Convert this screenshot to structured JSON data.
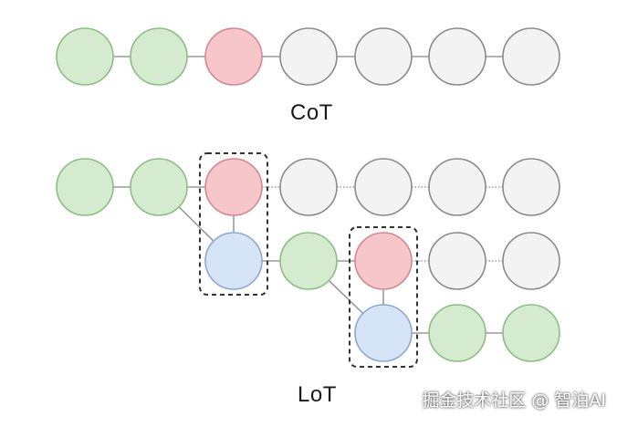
{
  "colors": {
    "green_fill": "#d4ebd0",
    "green_stroke": "#8cbd84",
    "red_fill": "#f6c6ca",
    "red_stroke": "#cf8a90",
    "blue_fill": "#d6e4f7",
    "blue_stroke": "#8ea8d0",
    "gray_fill": "#f3f3f3",
    "gray_stroke": "#8a8a8a",
    "edge": "#9a9a9a",
    "dashed_box": "#333333"
  },
  "cot": {
    "label": "CoT",
    "nodes": [
      "green",
      "green",
      "red",
      "gray",
      "gray",
      "gray",
      "gray"
    ]
  },
  "lot": {
    "label": "LoT",
    "row1": [
      "green",
      "green",
      "red",
      "gray",
      "gray",
      "gray",
      "gray"
    ],
    "row2": [
      "blue",
      "green",
      "red",
      "gray",
      "gray"
    ],
    "row3": [
      "blue",
      "green",
      "green"
    ]
  },
  "watermark": "掘金技术社区 @ 智泊AI"
}
